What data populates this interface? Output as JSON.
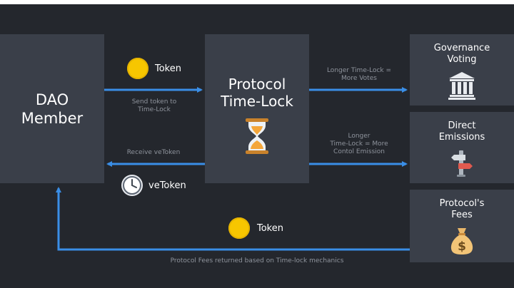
{
  "nodes": {
    "dao_member": [
      "DAO",
      "Member"
    ],
    "protocol_timelock": [
      "Protocol",
      "Time-Lock"
    ],
    "governance_voting": [
      "Governance",
      "Voting"
    ],
    "direct_emissions": [
      "Direct",
      "Emissions"
    ],
    "protocol_fees": [
      "Protocol's",
      "Fees"
    ]
  },
  "tokens": {
    "token_top": "Token",
    "vetoken": "veToken",
    "token_bottom": "Token"
  },
  "edges": {
    "send_token": [
      "Send token to",
      "Time-Lock"
    ],
    "receive_vetoken": "Receive veToken",
    "longer_votes": [
      "Longer Time-Lock =",
      "More Votes"
    ],
    "longer_emission": [
      "Longer",
      "Time-Lock = More",
      "Contol Emission"
    ],
    "fees_returned": "Protocol Fees returned based on Time-lock mechanics"
  },
  "icons": {
    "hourglass": "hourglass-icon",
    "governance": "bank-icon",
    "emissions": "signpost-icon",
    "fees": "money-bag-icon",
    "coin": "coin-icon",
    "clock": "clock-icon"
  },
  "colors": {
    "background": "#24272d",
    "box": "#3a3f49",
    "arrow": "#3a8ee6",
    "coin": "#f7c600",
    "label": "#8f949d"
  }
}
